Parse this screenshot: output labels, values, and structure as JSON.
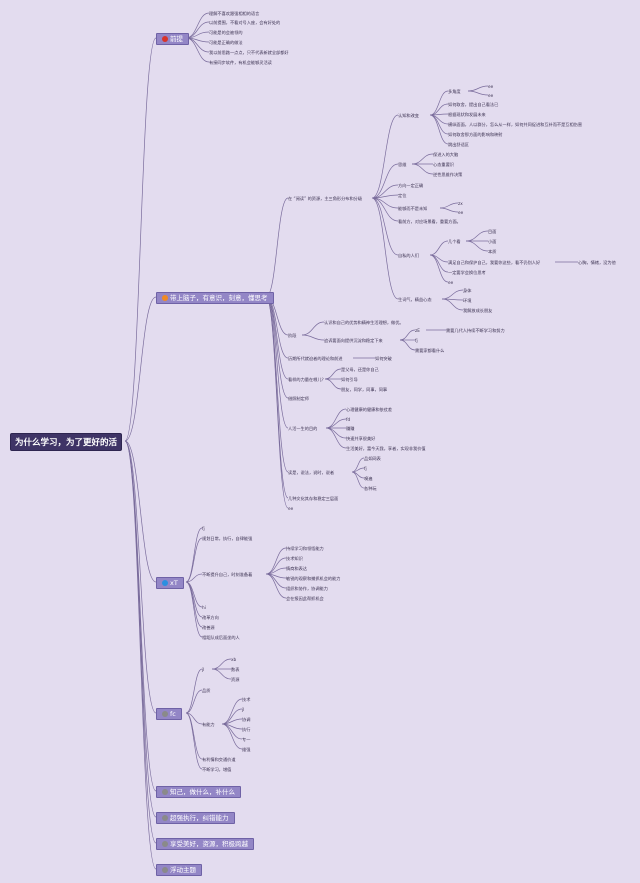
{
  "root": {
    "label": "为什么学习，为了更好的活"
  },
  "icon_colors": {
    "red": "#d8342a",
    "orange": "#f08a24",
    "blue": "#2b8fe0",
    "grey": "#8a8a8a"
  },
  "main": [
    {
      "label": "前提",
      "icon": "red"
    },
    {
      "label": "带上脑子，有意识，刻意，懂思考",
      "icon": "orange"
    },
    {
      "label": "xT",
      "icon": "blue"
    },
    {
      "label": "fc",
      "icon": "grey"
    },
    {
      "label": "知己，做什么，补什么",
      "icon": "grey"
    },
    {
      "label": "超强执行，纠错能力",
      "icon": "grey"
    },
    {
      "label": "享受美好，资源，积极跨越",
      "icon": "grey"
    },
    {
      "label": "浮动主题",
      "icon": "grey"
    }
  ],
  "premise": [
    "理解不喜欢跟强相相的语言",
    "以前提围，不看对号入座，会有好处的",
    "可能是的会被领的",
    "可能是正确的做法",
    "我以前思路一点点，只不代表新就全部都好",
    "有接同步软件，有机会能够灵活读"
  ],
  "b2": {
    "a": "在 “阅读” 的资源，主三角形分布和分级",
    "a_cognitive": "认知和改变",
    "a_ck": [
      "多角度",
      "ee",
      "ee"
    ],
    "a_c": [
      "如何取舍，提出自己看法已",
      "根据现状和发展未来",
      "横纵面面，人以群分，怎么从一样，如何共同促进和互补而不是互相伤害",
      "如何取舍那方面的影响和映射",
      "跳出舒适区"
    ],
    "a_thinking": "思维",
    "a_tk": [
      "保进入的大脑",
      "心态重要识",
      "逆性思维作决策"
    ],
    "a_m": [
      "方向一定正确",
      "定位"
    ],
    "a_ability": "能够而不是未知",
    "a_ab": [
      "zx",
      "ee"
    ],
    "a_see": "看前方，对应场景看，重要方面。",
    "a_self": "自私的人们",
    "a_several": "几个看",
    "a_sv": [
      "目面",
      "小面",
      "本质"
    ],
    "a_s2": [
      "满足自己和保护自己，我要你这些，看不仍别人好",
      "一定要学会换位思考",
      "ee"
    ],
    "a_s2b": "心胸，情绪，没为他",
    "a_ls": "生词气，精益心态",
    "a_lsk": [
      "身体",
      "环境",
      "我解放成长朋友"
    ],
    "b": "阶段",
    "b1": "认识和自己的优势和精神生活理想，做优。",
    "b2": "追诉要面向提供沉淀和稳定下来",
    "b2k": [
      "zE",
      "fj",
      "需要家都看什么"
    ],
    "b2s": "需要几代人持续不断学习和努力",
    "c": "历期所代就迫者的理论和前进",
    "cs": "如何突破",
    "d": "看样的力量在哪儿？",
    "dk": [
      "是父母，还是你自己",
      "如何引导",
      "朋友，同学，同事，同事"
    ],
    "e": "借照制定师",
    "f": "人活一生的目的",
    "fk": [
      "心理健康的健康和依仗差",
      "fd",
      "赚赚",
      "快速共享很美好",
      "生活美好，富今天我，享者，实现非我价值"
    ],
    "g": "读是，说法，说时，说者",
    "gk": [
      "品如网表",
      "fj",
      "嗅遍",
      "各种玩"
    ],
    "h": "几种文化其存和稳定三层面",
    "i": "ee"
  },
  "b3": {
    "k1": [
      "fj",
      "规划日常，执行，自律能强"
    ],
    "prep": "不断提升自己，时刻准备着",
    "prep_k": [
      "持续学习和领悟能力",
      "技术知识",
      "情商和表达",
      "敏锐的观察和捕抓机会的能力",
      "组织和协作，协调能力",
      "会在报因此帮抓机会"
    ],
    "k2": [
      "hi",
      "改革方向",
      "改善源",
      "相距队成后面坐的人"
    ]
  },
  "b4": {
    "a": "jl",
    "ak": [
      "xb",
      "数表",
      "资源"
    ],
    "b": "品质",
    "c": "有能力",
    "ck": [
      "技术",
      "jl",
      "协调",
      "执行",
      "专一",
      "维强"
    ],
    "d": [
      "有利情和交通价道",
      "不断学习，增值"
    ]
  }
}
